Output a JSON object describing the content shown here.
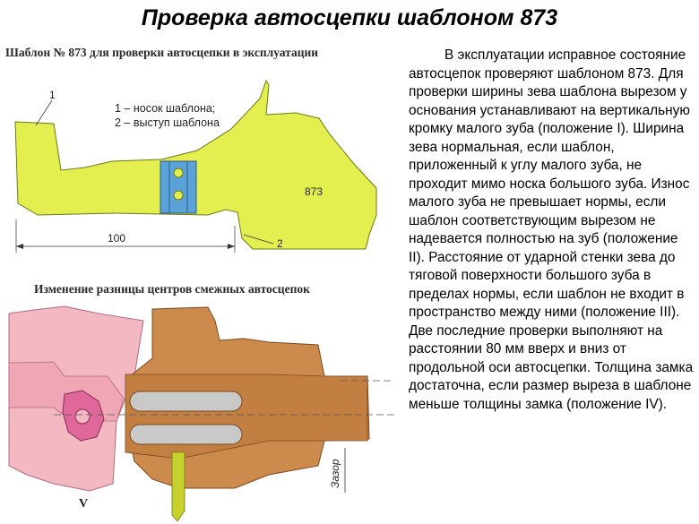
{
  "title": "Проверка автосцепки шаблоном 873",
  "figure_top": {
    "caption": "Шаблон № 873 для проверки автосцепки в эксплуатации",
    "legend": [
      "1 – носок шаблона;",
      "2 – выступ шаблона"
    ],
    "template_number": "873",
    "dimension": "100",
    "callouts": [
      "1",
      "2"
    ]
  },
  "figure_bottom": {
    "caption": "Изменение разницы центров смежных автосцепок",
    "gap_label": "Зазор",
    "corner_mark": "V"
  },
  "description": "В эксплуатации исправное состояние автосцепок проверяют шаблоном 873. Для проверки ширины зева шаблона вырезом у основания устанавливают на вертикальную кромку малого зуба (положение I). Ширина зева нормальная, если шаблон, приложенный к углу малого зуба, не проходит мимо носка большого зуба. Износ малого зуба не превышает нормы, если шаблон соответствующим вырезом не надевается полностью на зуб (положение II). Расстояние от ударной стенки зева до тяговой поверхности большого зуба в пределах нормы, если шаблон не входит в пространство между ними (положение III). Две последние проверки выполняют на расстоянии 80 мм вверх и вниз от продольной оси автосцепки. Толщина замка достаточна, если размер выреза в шаблоне меньше толщины замка (положение IV).",
  "colors": {
    "template_fill": "#e3ee4f",
    "template_stroke": "#6c7a1a",
    "band_blue": "#5aa2d8",
    "coupler_brown": "#cc8a4d",
    "coupler_pink": "#f3b9c3",
    "lock_magenta": "#e0679a",
    "slot_gray": "#c9c9c9"
  }
}
